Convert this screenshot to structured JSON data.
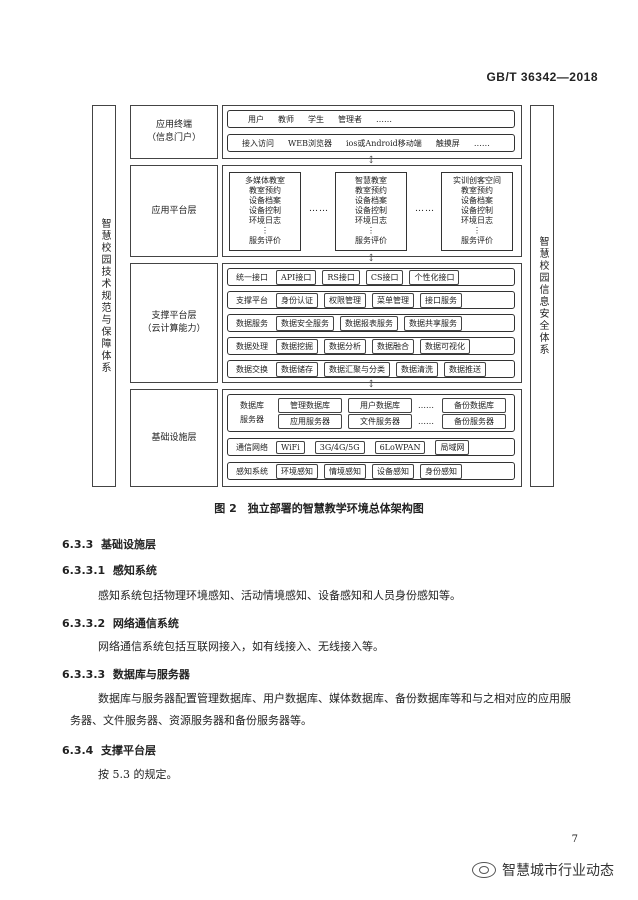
{
  "standard_code": "GB/T 36342—2018",
  "diagram": {
    "left_side": "智慧校园技术规范与保障体系",
    "right_side": "智慧校园信息安全体系",
    "layers": {
      "terminal": {
        "name": "应用终端\n（信息门户）",
        "users": [
          "用户",
          "教师",
          "学生",
          "管理者",
          "……"
        ],
        "access": [
          "接入访问",
          "WEB浏览器",
          "ios或Android移动端",
          "触摸屏",
          "……"
        ]
      },
      "application": {
        "name": "应用平台层",
        "boxes": [
          {
            "title": "多媒体教室",
            "items": [
              "教室预约",
              "设备档案",
              "设备控制",
              "环境日志",
              "⋮",
              "服务评价"
            ]
          },
          {
            "title": "智慧教室",
            "items": [
              "教室预约",
              "设备档案",
              "设备控制",
              "环境日志",
              "⋮",
              "服务评价"
            ]
          },
          {
            "title": "实训创客空间",
            "items": [
              "教室预约",
              "设备档案",
              "设备控制",
              "环境日志",
              "⋮",
              "服务评价"
            ]
          }
        ],
        "dots": "……"
      },
      "support": {
        "name": "支撑平台层\n（云计算能力）",
        "rows": [
          {
            "label": "统一接口",
            "items": [
              "API接口",
              "RS接口",
              "CS接口",
              "个性化接口"
            ]
          },
          {
            "label": "支撑平台",
            "items": [
              "身份认证",
              "权限管理",
              "菜单管理",
              "接口服务"
            ]
          },
          {
            "label": "数据服务",
            "items": [
              "数据安全服务",
              "数据报表服务",
              "数据共享服务"
            ]
          },
          {
            "label": "数据处理",
            "items": [
              "数据挖掘",
              "数据分析",
              "数据融合",
              "数据可视化"
            ]
          },
          {
            "label": "数据交换",
            "items": [
              "数据储存",
              "数据汇聚与分类",
              "数据清洗",
              "数据推送"
            ]
          }
        ]
      },
      "infrastructure": {
        "name": "基础设施层",
        "db_row": {
          "label1": "数据库",
          "label2": "服务器",
          "top": [
            "管理数据库",
            "用户数据库",
            "……",
            "备份数据库"
          ],
          "bottom": [
            "应用服务器",
            "文件服务器",
            "……",
            "备份服务器"
          ]
        },
        "network": {
          "label": "通信网络",
          "items": [
            "WiFi",
            "3G/4G/5G",
            "6LoWPAN",
            "局域网"
          ]
        },
        "sensing": {
          "label": "感知系统",
          "items": [
            "环境感知",
            "情境感知",
            "设备感知",
            "身份感知"
          ]
        }
      }
    }
  },
  "caption": "图 2　独立部署的智慧教学环境总体架构图",
  "sections": [
    {
      "num": "6.3.3",
      "title": "基础设施层"
    },
    {
      "num": "6.3.3.1",
      "title": "感知系统",
      "text": "感知系统包括物理环境感知、活动情境感知、设备感知和人员身份感知等。"
    },
    {
      "num": "6.3.3.2",
      "title": "网络通信系统",
      "text": "网络通信系统包括互联网接入，如有线接入、无线接入等。"
    },
    {
      "num": "6.3.3.3",
      "title": "数据库与服务器",
      "text1": "数据库与服务器配置管理数据库、用户数据库、媒体数据库、备份数据库等和与之相对应的应用服",
      "text2": "务器、文件服务器、资源服务器和备份服务器等。"
    },
    {
      "num": "6.3.4",
      "title": "支撑平台层",
      "text": "按 5.3 的规定。"
    }
  ],
  "page_number": "7",
  "watermark": "智慧城市行业动态"
}
